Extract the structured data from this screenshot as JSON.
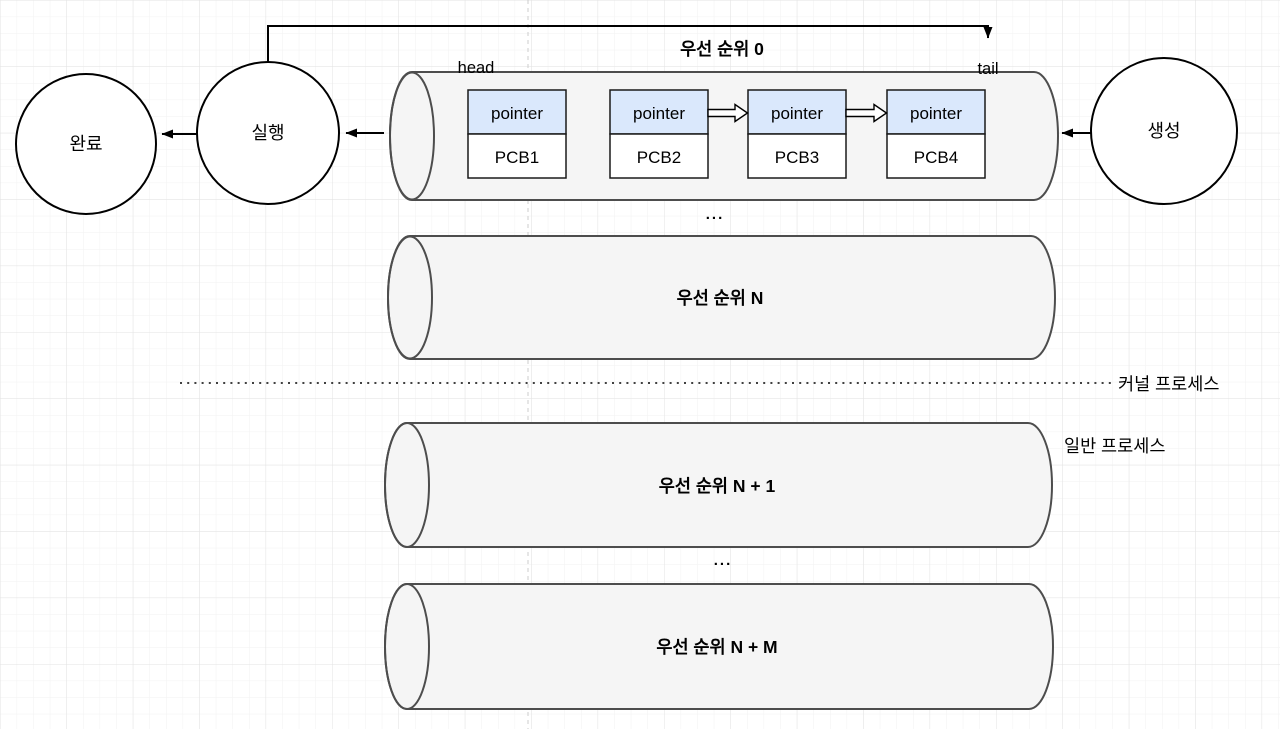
{
  "colors": {
    "pointer_header_fill": "#dae8fc",
    "cylinder_fill": "#f5f5f5",
    "cylinder_stroke": "#4d4d4d",
    "box_stroke": "#1a1a1a",
    "edge_black": "#000000"
  },
  "states": {
    "done": "완료",
    "running": "실행",
    "created": "생성"
  },
  "priority0": {
    "title": "우선 순위 0",
    "head": "head",
    "tail": "tail",
    "nodes": [
      {
        "pointer": "pointer",
        "pcb": "PCB1"
      },
      {
        "pointer": "pointer",
        "pcb": "PCB2"
      },
      {
        "pointer": "pointer",
        "pcb": "PCB3"
      },
      {
        "pointer": "pointer",
        "pcb": "PCB4"
      }
    ]
  },
  "queues": [
    {
      "title": "우선 순위 N"
    },
    {
      "title": "우선 순위 N + 1"
    },
    {
      "title": "우선 순위 N + M"
    }
  ],
  "ellipsis_top": "...",
  "ellipsis_bottom": "...",
  "labels": {
    "kernel": "커널 프로세스",
    "user": "일반 프로세스"
  }
}
